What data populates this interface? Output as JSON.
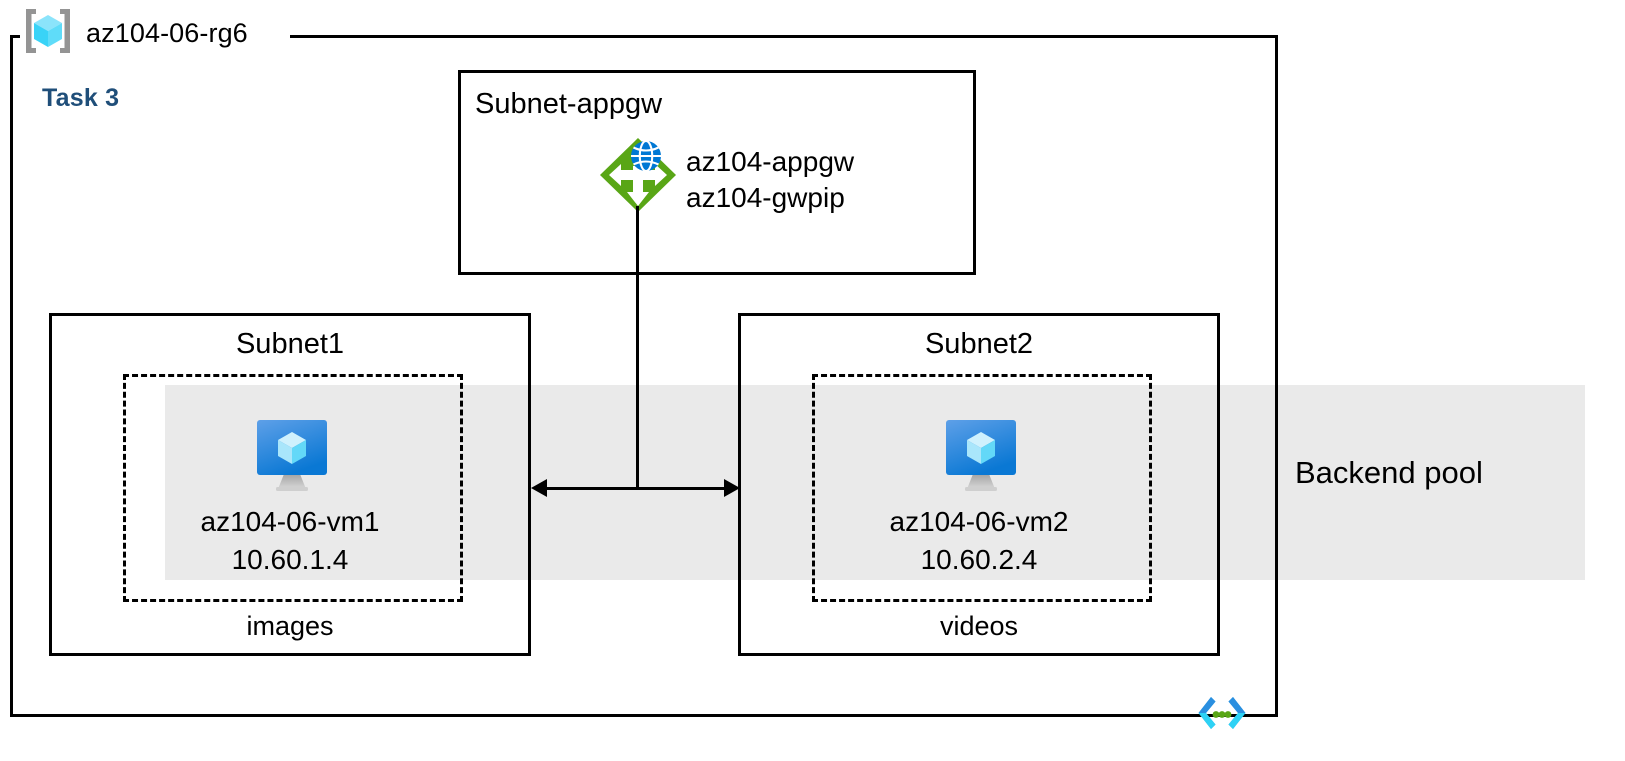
{
  "diagram": {
    "resource_group": {
      "name": "az104-06-rg6",
      "icon": "resource-group-cube-icon"
    },
    "task_label": "Task 3",
    "task_color": "#1F4E79",
    "backend_pool": {
      "label": "Backend pool",
      "band_color": "#eaeaea"
    },
    "appgw_subnet": {
      "title": "Subnet-appgw",
      "icon": "application-gateway-icon",
      "resources": [
        "az104-appgw",
        "az104-gwpip"
      ]
    },
    "subnets": [
      {
        "title": "Subnet1",
        "vm_icon": "virtual-machine-icon",
        "vm_name": "az104-06-vm1",
        "vm_ip": "10.60.1.4",
        "footer": "images"
      },
      {
        "title": "Subnet2",
        "vm_icon": "virtual-machine-icon",
        "vm_name": "az104-06-vm2",
        "vm_ip": "10.60.2.4",
        "footer": "videos"
      }
    ],
    "footer_icon": "code-brackets-icon",
    "colors": {
      "appgw_green": "#59A616",
      "appgw_globe_blue": "#0078D4",
      "vm_monitor_blue": "#0F7DD4",
      "vm_cube_cyan": "#9CE5FA",
      "rg_bracket_gray": "#949494",
      "line_black": "#000000"
    }
  }
}
